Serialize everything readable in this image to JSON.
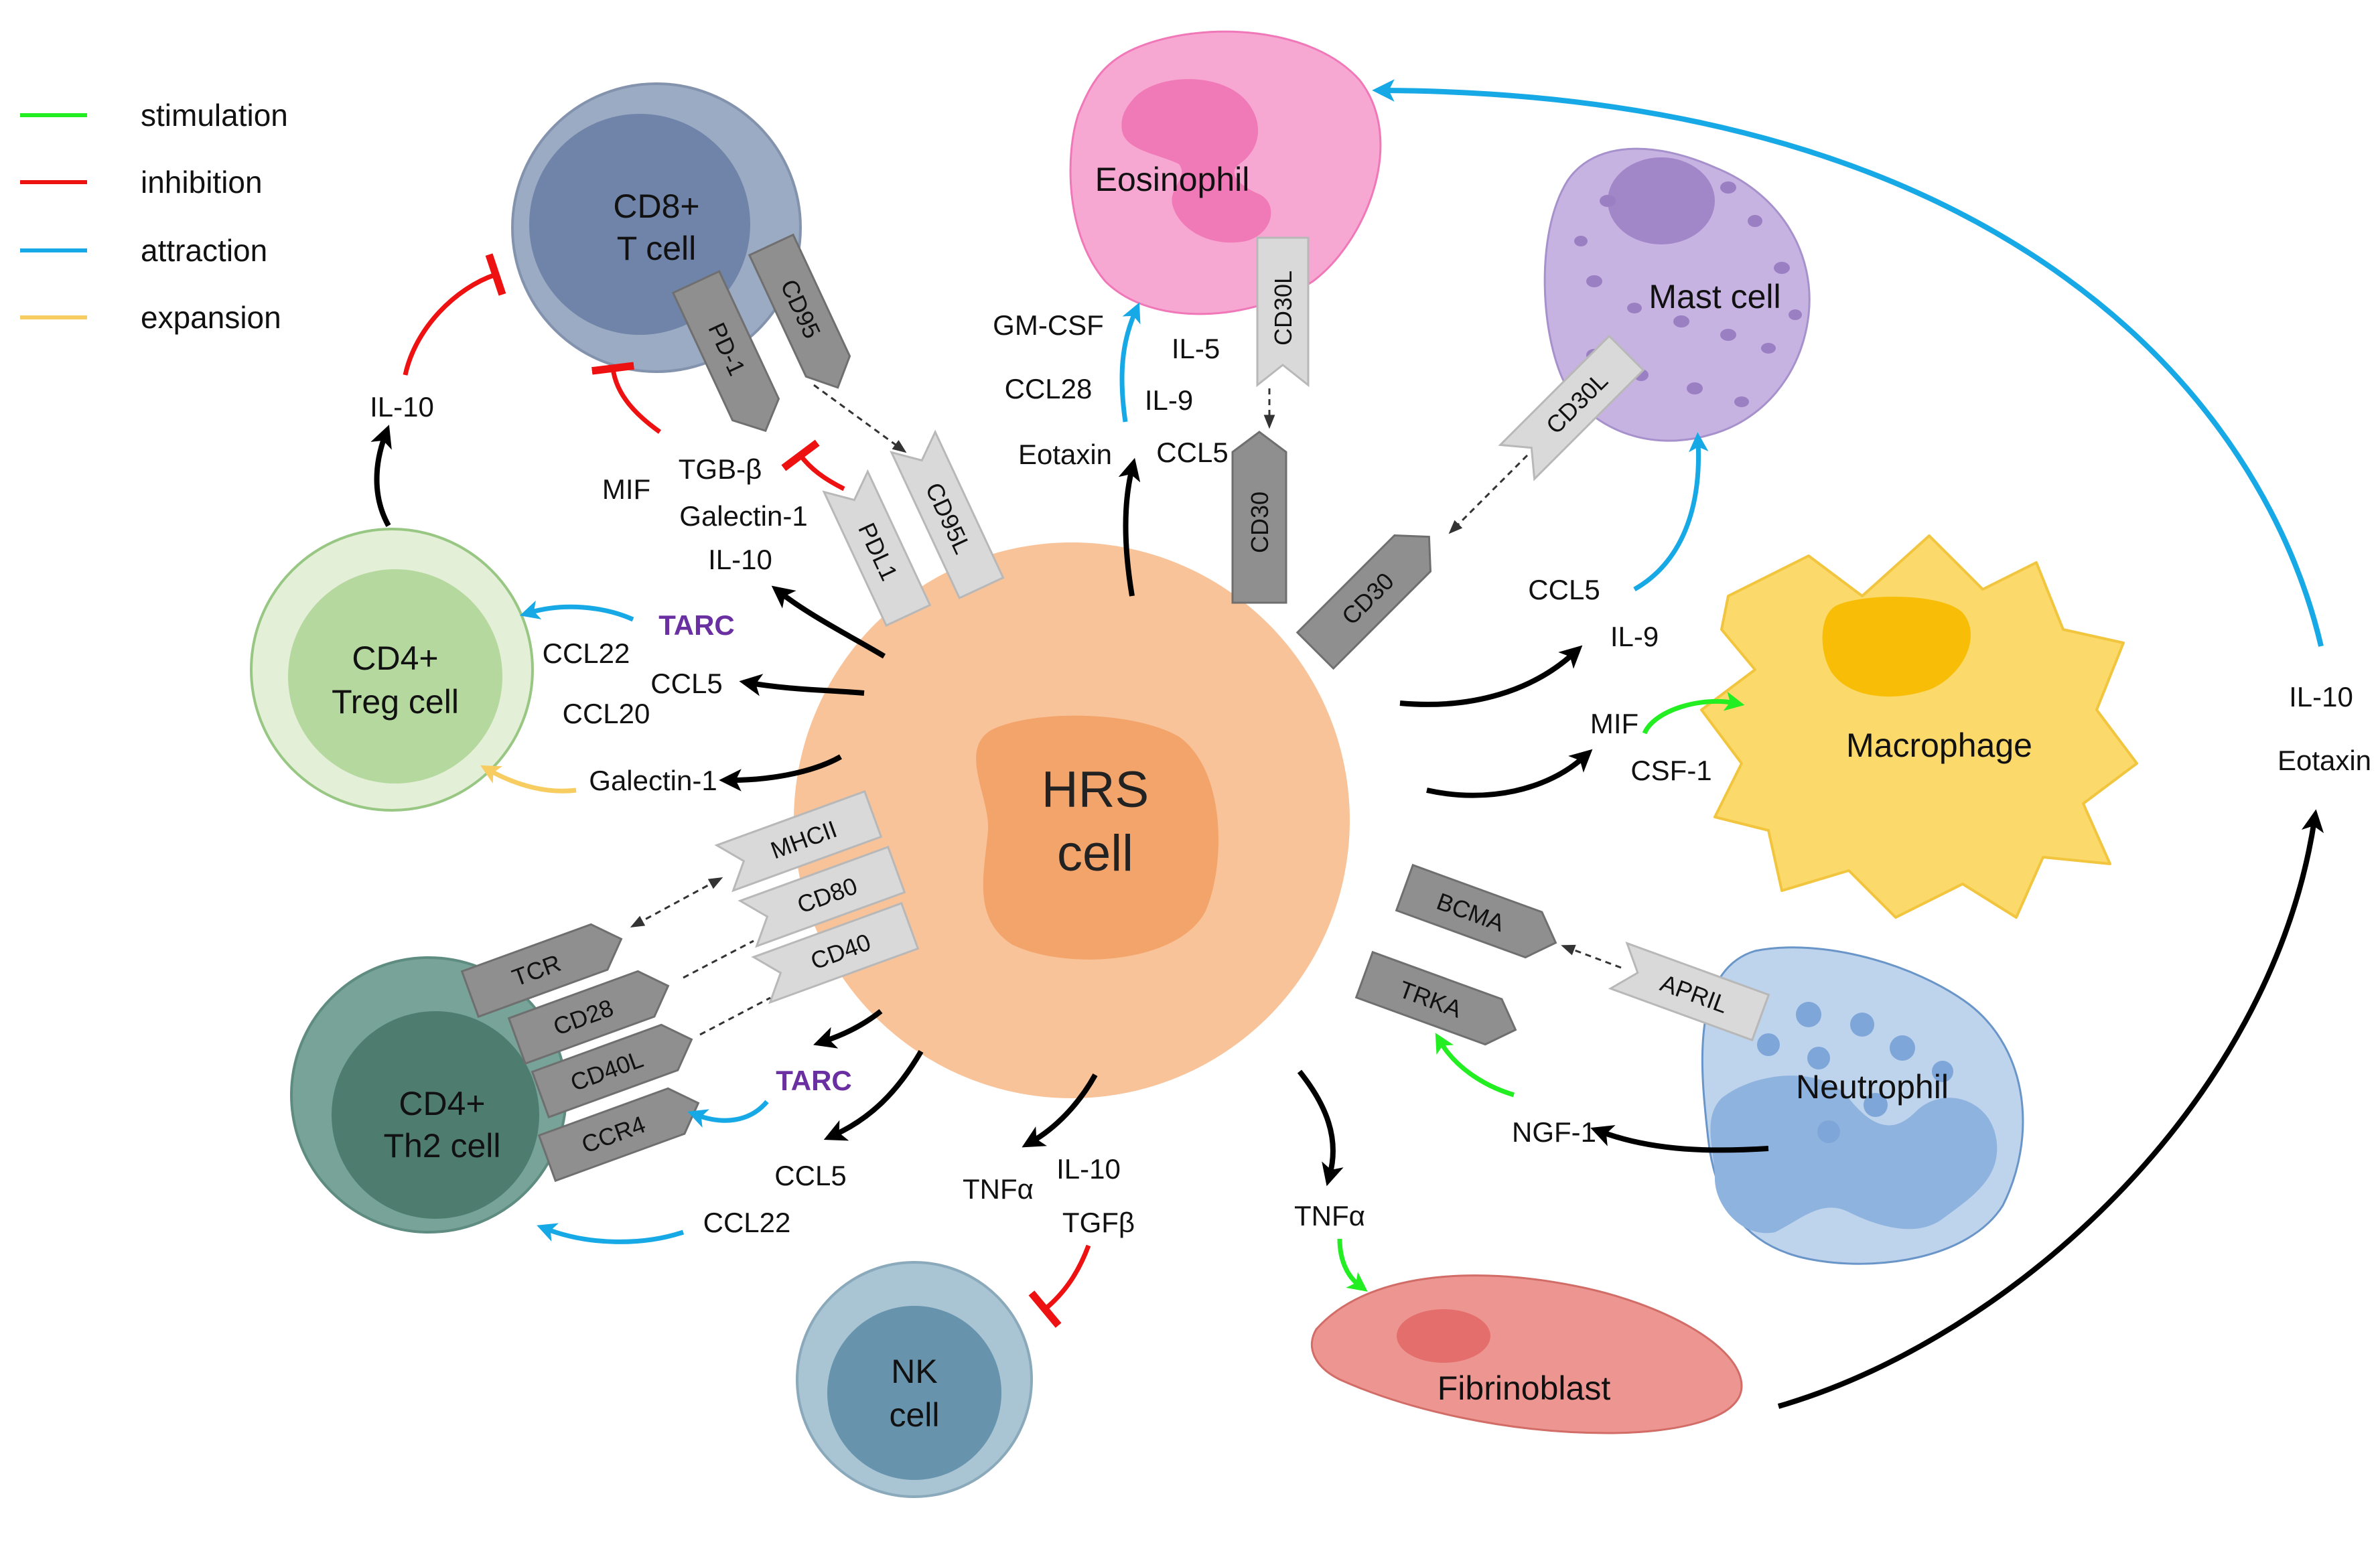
{
  "colors": {
    "stimulation": "#22ee22",
    "inhibition": "#ee1111",
    "attraction": "#17a9e6",
    "expansion": "#f7cd62",
    "hrs_outer": "#f9c399",
    "hrs_inner": "#f3a46b",
    "receptor_dark": "#8f8f8f",
    "receptor_light": "#d9d9d9"
  },
  "legend": [
    {
      "key": "stimulation",
      "label": "stimulation"
    },
    {
      "key": "inhibition",
      "label": "inhibition"
    },
    {
      "key": "attraction",
      "label": "attraction"
    },
    {
      "key": "expansion",
      "label": "expansion"
    }
  ],
  "cells": {
    "hrs": {
      "line1": "HRS",
      "line2": "cell"
    },
    "cd8": {
      "line1": "CD8+",
      "line2": "T cell"
    },
    "treg": {
      "line1": "CD4+",
      "line2": "Treg cell"
    },
    "th2": {
      "line1": "CD4+",
      "line2": "Th2 cell"
    },
    "nk": {
      "line1": "NK",
      "line2": "cell"
    },
    "eosinophil": {
      "label": "Eosinophil"
    },
    "mast": {
      "label": "Mast cell"
    },
    "macrophage": {
      "label": "Macrophage"
    },
    "neutrophil": {
      "label": "Neutrophil"
    },
    "fibroblast": {
      "label": "Fibrinoblast"
    }
  },
  "receptors": {
    "pd1": "PD-1",
    "cd95": "CD95",
    "cd95l": "CD95L",
    "pdl1": "PDL1",
    "cd30l_eos": "CD30L",
    "cd30_top": "CD30",
    "cd30l_mast": "CD30L",
    "cd30_right": "CD30",
    "mhcii": "MHCII",
    "cd80": "CD80",
    "cd40": "CD40",
    "tcr": "TCR",
    "cd28": "CD28",
    "cd40l": "CD40L",
    "ccr4": "CCR4",
    "bcma": "BCMA",
    "trka": "TRKA",
    "april": "APRIL"
  },
  "labels": {
    "il10_treg": "IL-10",
    "mif_cd8": "MIF",
    "tgbb": "TGB-β",
    "galectin1_top": "Galectin-1",
    "il10_top": "IL-10",
    "tarc_treg": "TARC",
    "ccl22_treg": "CCL22",
    "ccl5_treg": "CCL5",
    "ccl20": "CCL20",
    "galectin1_mid": "Galectin-1",
    "gmcsf": "GM-CSF",
    "ccl28": "CCL28",
    "eotaxin_top": "Eotaxin",
    "il5": "IL-5",
    "il9_top": "IL-9",
    "ccl5_top": "CCL5",
    "ccl5_mast": "CCL5",
    "il9_mast": "IL-9",
    "mif_mac": "MIF",
    "csf1": "CSF-1",
    "il10_right": "IL-10",
    "eotaxin_right": "Eotaxin",
    "ngf1": "NGF-1",
    "tarc_th2": "TARC",
    "ccl5_th2": "CCL5",
    "ccl22_th2": "CCL22",
    "tnfa_nk": "TNFα",
    "il10_nk": "IL-10",
    "tgfb": "TGFβ",
    "tnfa_fib": "TNFα"
  }
}
